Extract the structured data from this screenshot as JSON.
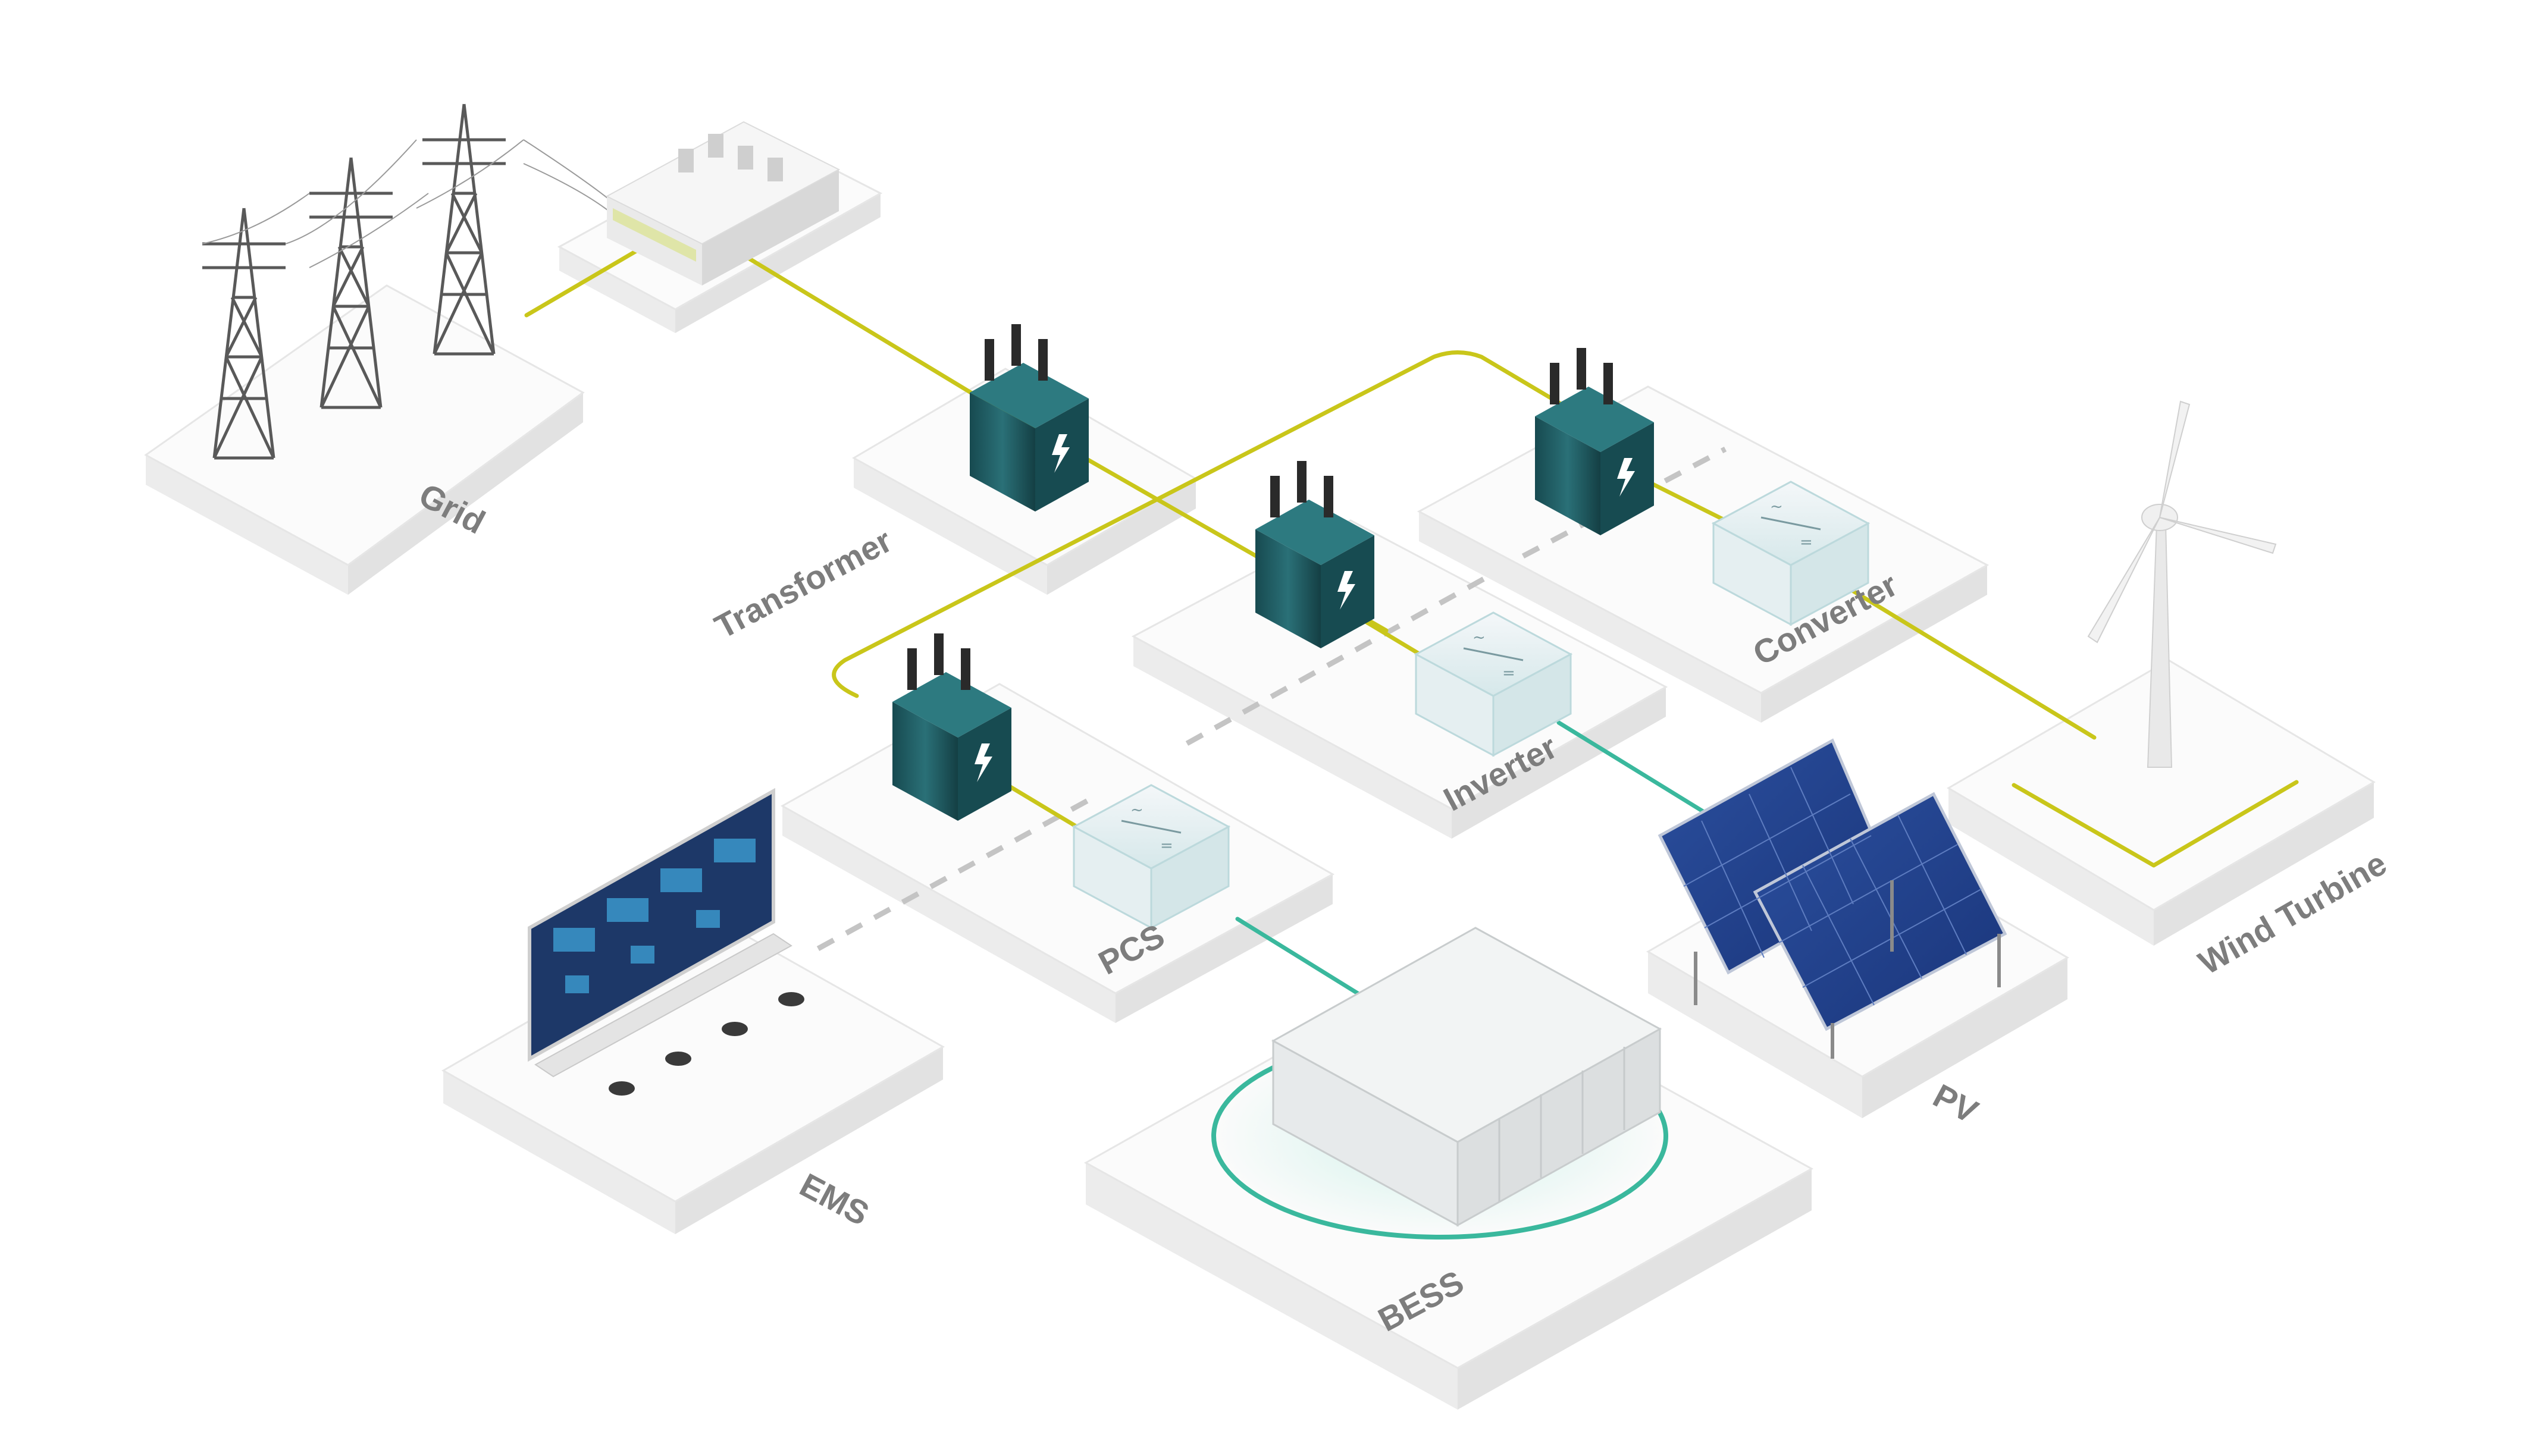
{
  "labels": {
    "grid": "Grid",
    "transformer": "Transformer",
    "converter": "Converter",
    "inverter": "Inverter",
    "pcs": "PCS",
    "wind_turbine": "Wind Turbine",
    "ems": "EMS",
    "bess": "BESS",
    "pv": "PV"
  },
  "colors": {
    "ac_cable": "#c9c61a",
    "dc_cable": "#3ab89d",
    "comm_link": "#c4c4c4",
    "transformer_body": "#1f5d63",
    "platform": "#fbfbfb"
  },
  "icons": {
    "transformer": "lightning-bolt-icon",
    "converter": "ac-dc-symbol-icon",
    "inverter": "ac-dc-symbol-icon",
    "pcs": "ac-dc-symbol-icon"
  }
}
